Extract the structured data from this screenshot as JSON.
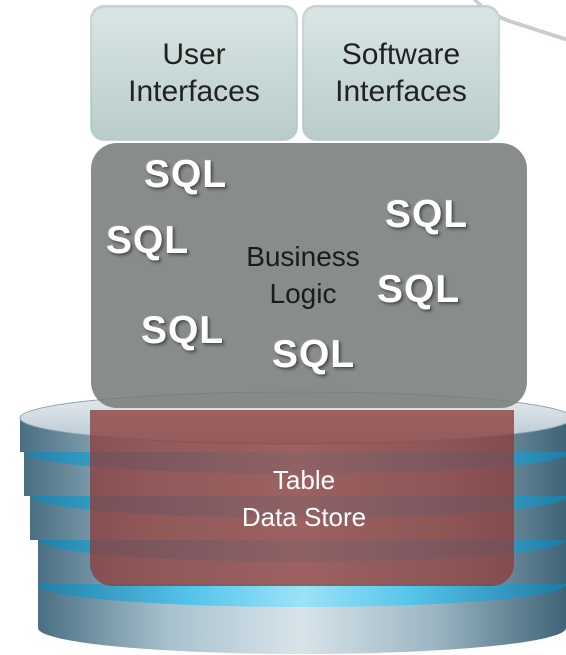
{
  "top_boxes": {
    "user_interfaces": "User\nInterfaces",
    "software_interfaces": "Software\nInterfaces"
  },
  "business_logic": {
    "label": "Business\nLogic",
    "sql_tokens": [
      "SQL",
      "SQL",
      "SQL",
      "SQL",
      "SQL",
      "SQL"
    ]
  },
  "data_store": {
    "label": "Table\nData Store"
  },
  "colors": {
    "top_box": "#c9dad9",
    "logic_box": "#7b807d",
    "store_box": "#8c3c3a",
    "disk_blue": "#3aa7cf"
  }
}
